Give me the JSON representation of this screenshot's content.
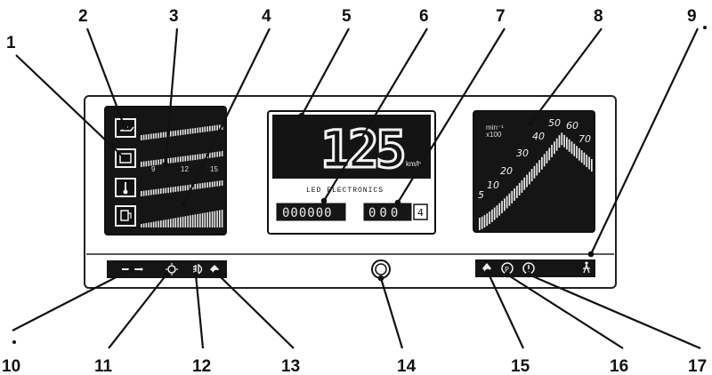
{
  "callouts": [
    "1",
    "2",
    "3",
    "4",
    "5",
    "6",
    "7",
    "8",
    "9",
    "10",
    "11",
    "12",
    "13",
    "14",
    "15",
    "16",
    "17"
  ],
  "digital_speed": "125",
  "speed_unit": "km/h",
  "brand_text": "LED ELECTRONICS",
  "odometer": "000000",
  "trip": "000",
  "trip_reset_glyph": "4",
  "fuel_scale": [
    "9",
    "12",
    "15"
  ],
  "rpm_scale": [
    "5",
    "10",
    "20",
    "30",
    "40",
    "50",
    "60",
    "70"
  ],
  "rpm_unit": [
    "min⁻¹",
    "x100"
  ],
  "left_readout": "—"
}
